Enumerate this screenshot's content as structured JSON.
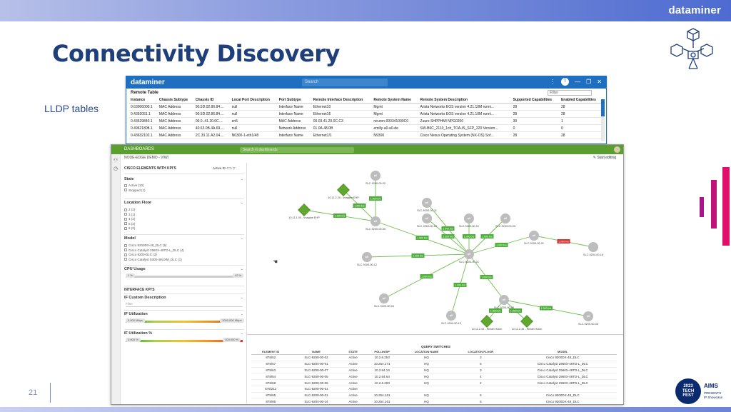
{
  "slide": {
    "brand": "dataminer",
    "title": "Connectivity Discovery",
    "subtitle": "LLDP tables",
    "page_number": "21",
    "colors": {
      "accent": "#e0106a",
      "title": "#1f3f7a",
      "band": "#6c83d6"
    }
  },
  "remote_window": {
    "logo": "dataminer",
    "search_placeholder": "Search",
    "avatar": "T",
    "section_title": "Remote Table",
    "filter_placeholder": "Filter",
    "columns": [
      "Instance",
      "Chassis Subtype",
      "Chassis ID",
      "Local Port Description",
      "Port Subtype",
      "Remote Interface Description",
      "Remote System Name",
      "Remote System Description",
      "Supported Capabilities",
      "Enabled Capabilities"
    ],
    "rows": [
      [
        "0.63006000.1",
        "MAC Address",
        "90.5D.02.86.84....",
        "null",
        "Interface Name",
        "Ethernet10",
        "Mgmt",
        "Arista Networks EOS version 4.21.10M runni...",
        "28",
        "28"
      ],
      [
        "0.4392051.1",
        "MAC Address",
        "90.5D.02.86.84....",
        "null",
        "Interface Name",
        "Ethernet16",
        "Mgmt",
        "Arista Networks EOS version 4.21.10M runni...",
        "28",
        "28"
      ],
      [
        "0.43629840.1",
        "MAC Address",
        "00.0..41.20.0C....",
        "en5",
        "MAC Address",
        "00.03.41.20.0C.C3",
        "neuron-000341000C0",
        "Zuuro SHPPHMI NPG0200",
        "39",
        "1"
      ],
      [
        "0.49621808.1",
        "MAC Address",
        "40.63.0B.4A.69....",
        "null",
        "Network Address",
        "01.0A.48.0B",
        "emilly-a0-a0-de",
        "SW-B6C_2110_1ch_TOA-IS_SFP_220 Version...",
        "0",
        "0"
      ],
      [
        "0.43632102.1",
        "MAC Address",
        "2C.33.11.A2.04....",
        "N0300-1-eth1/48",
        "Interface Name",
        "Ethernet1/1",
        "N9300",
        "Cisco Nexus Operating System (NX-OS) Sof...",
        "28",
        "28"
      ]
    ]
  },
  "dashboard": {
    "app_title": "DASHBOARDS",
    "search_placeholder": "Search in dashboards",
    "breadcrumb": "NODE-EDGE DEMO - VIWI",
    "start_editing": "Start editing",
    "panel": {
      "header": "CISCO ELEMENTS WITH KPI'S",
      "active_label": "Active ID",
      "state_title": "State",
      "state_options": [
        "Active (10)",
        "Stopped (1)"
      ],
      "location_title": "Location Floor",
      "location_options": [
        "2 (2)",
        "3 (1)",
        "4 (1)",
        "5 (2)",
        "6 (2)"
      ],
      "model_title": "Model",
      "model_options": [
        "Cisco 9200DX-48_DLC (5)",
        "Cisco Catalyst 2960X-48TD-L_DLC (4)",
        "Cisco 9200-DLC (3)",
        "Cisco Catalyst 9300-48UXM_DLC (1)"
      ],
      "cpu_title": "CPU Usage",
      "cpu_min": "1 %",
      "cpu_max": "42 %",
      "interface_header": "INTERFACE KPI'S",
      "if_desc_title": "IF Custom Description",
      "if_desc_placeholder": "Filter",
      "if_util_title": "IF Utilization",
      "if_util_min": "0.000 Mbps",
      "if_util_max": "1000.000 Mbps",
      "if_util_pct_title": "IF Utilization %",
      "if_util_pct_min": "0.000 %",
      "if_util_pct_max": "100.000 %"
    },
    "graph": {
      "nodes": [
        {
          "label": "SLC-9200-00-02"
        },
        {
          "label": "10.11.2.20 - Imagine EHP"
        },
        {
          "label": "10.11.1.00 - Imagine EHP"
        },
        {
          "label": "SLC-9200-00-11"
        },
        {
          "label": "SLC-9200-00-10"
        },
        {
          "label": "SLC-9200-00-01"
        },
        {
          "label": "SLC-9200-00-03"
        },
        {
          "label": "SLC-9200-00-05"
        },
        {
          "label": "SLC-9200-00-12"
        },
        {
          "label": "SLC-9204-00-01"
        },
        {
          "label": "SLC-9200-02-01"
        },
        {
          "label": "SLC-9200-00-04"
        },
        {
          "label": "SLC-9200-00-13"
        },
        {
          "label": "SLC-9204-00-09"
        },
        {
          "label": "10.11.2.44 - Riedel Hutch"
        },
        {
          "label": "10.11.2.46 - Riedel Hutch"
        },
        {
          "label": "SLC-9200-00-03"
        },
        {
          "label": "SLC-9204-00-16"
        }
      ],
      "link_label": "1.000 b/s"
    },
    "query": {
      "title": "QUERY SWITCHES",
      "columns": [
        "ELEMENT ID",
        "NAME",
        "STATE",
        "POLLINGIP",
        "LOCATION NAME",
        "LOCATION FLOOR",
        "MODEL"
      ],
      "rows": [
        [
          "878/52",
          "SLC-9200-00-02",
          "Active",
          "10.2.6.253",
          "HQ",
          "2",
          "Cisco 9200DX-48_DLC"
        ],
        [
          "878/57",
          "SLC-9204-00-01",
          "Active",
          "10.254.171",
          "HQ",
          "6",
          "Cisco Catalyst 2960X-48TD-L_DLC"
        ],
        [
          "878/63",
          "SLC-9200-00-07",
          "Active",
          "10.2.64.15",
          "HQ",
          "3",
          "Cisco Catalyst 2960X-48TD-L_DLC"
        ],
        [
          "878/64",
          "SLC-9200-00-05",
          "Active",
          "10.2.64.64",
          "HQ",
          "4",
          "Cisco Catalyst 2960X-48TD-L_DLC"
        ],
        [
          "878/68",
          "SLC-9200-00-06",
          "Active",
          "10.2.6.200",
          "HQ",
          "2",
          "Cisco Catalyst 2960X-48TD-L_DLC"
        ],
        [
          "878/212",
          "SLC-9200-00-01",
          "Active",
          "",
          "",
          "",
          ""
        ],
        [
          "878/65",
          "SLC-9200-00-01",
          "Active",
          "10.254.161",
          "HQ",
          "6",
          "Cisco 9200DX-48_DLC"
        ],
        [
          "878/85",
          "SLC-9204-00-14",
          "Active",
          "10.254.161",
          "HQ",
          "6",
          "Cisco 9200DX-48_DLC"
        ]
      ]
    }
  },
  "footer_logo": {
    "line1": "2023",
    "line2": "TECH",
    "line3": "FEST",
    "aims": "AIMS",
    "aims_sub1": "PRESENTS",
    "aims_sub2": "IP Showcase"
  }
}
